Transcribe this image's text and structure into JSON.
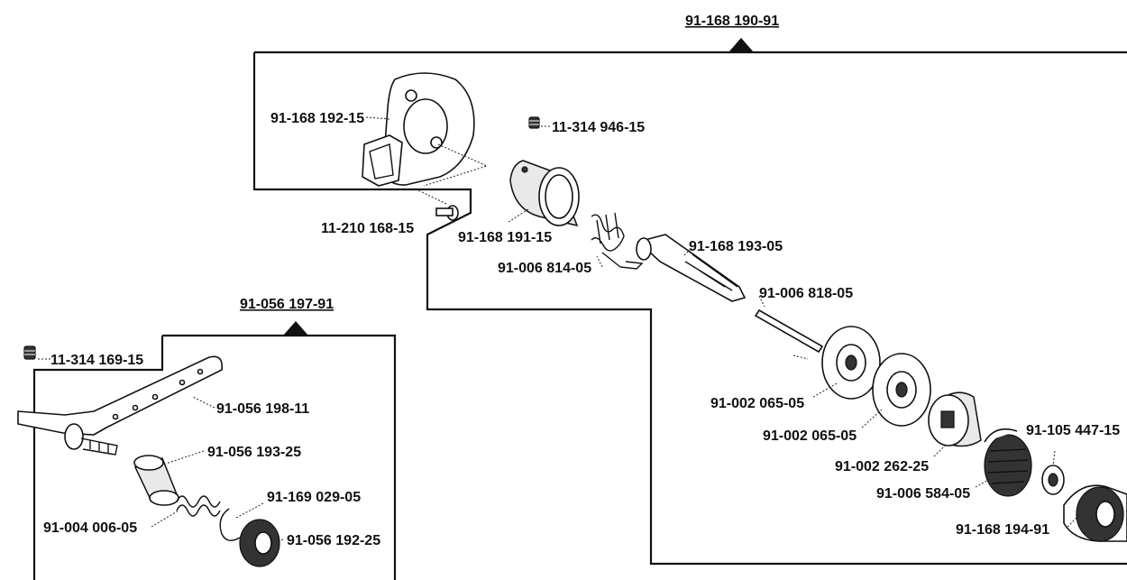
{
  "assemblies": [
    {
      "id": "main",
      "number": "91-168 190-91"
    },
    {
      "id": "lever",
      "number": "91-056 197-91"
    }
  ],
  "parts": [
    {
      "id": "p1",
      "number": "91-168 192-15"
    },
    {
      "id": "p2",
      "number": "11-314 946-15"
    },
    {
      "id": "p3",
      "number": "11-210 168-15"
    },
    {
      "id": "p4",
      "number": "91-168 191-15"
    },
    {
      "id": "p5",
      "number": "91-168 193-05"
    },
    {
      "id": "p6",
      "number": "91-006 814-05"
    },
    {
      "id": "p7",
      "number": "91-006 818-05"
    },
    {
      "id": "p8",
      "number": "91-002 065-05"
    },
    {
      "id": "p9",
      "number": "91-002 065-05"
    },
    {
      "id": "p10",
      "number": "91-002 262-25"
    },
    {
      "id": "p11",
      "number": "91-105 447-15"
    },
    {
      "id": "p12",
      "number": "91-006 584-05"
    },
    {
      "id": "p13",
      "number": "91-168 194-91"
    },
    {
      "id": "p14",
      "number": "11-314 169-15"
    },
    {
      "id": "p15",
      "number": "91-056 198-11"
    },
    {
      "id": "p16",
      "number": "91-056 193-25"
    },
    {
      "id": "p17",
      "number": "91-169 029-05"
    },
    {
      "id": "p18",
      "number": "91-004 006-05"
    },
    {
      "id": "p19",
      "number": "91-056 192-25"
    }
  ]
}
